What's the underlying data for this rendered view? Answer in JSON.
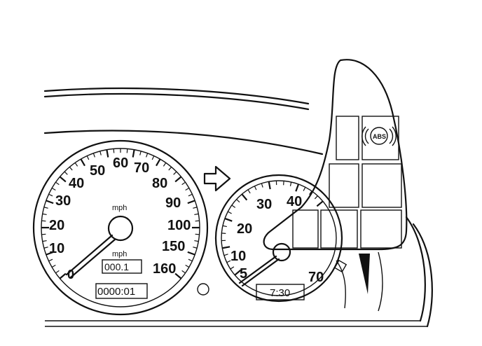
{
  "speedometer": {
    "scale": [
      "10",
      "20",
      "30",
      "40",
      "50",
      "60",
      "70",
      "80",
      "90",
      "100",
      "150",
      "160"
    ],
    "zero": "0",
    "unit_top": "mph",
    "unit_bottom": "mph",
    "trip_odometer": "000.1",
    "odometer": "0000:01"
  },
  "second_gauge": {
    "scale": [
      "5",
      "10",
      "20",
      "30",
      "40",
      "70"
    ]
  },
  "clock_display": "7:30",
  "warning_light": {
    "label": "ABS",
    "icon": "abs-warning-icon"
  },
  "pointer_arrow": {
    "icon": "right-arrow-icon"
  }
}
